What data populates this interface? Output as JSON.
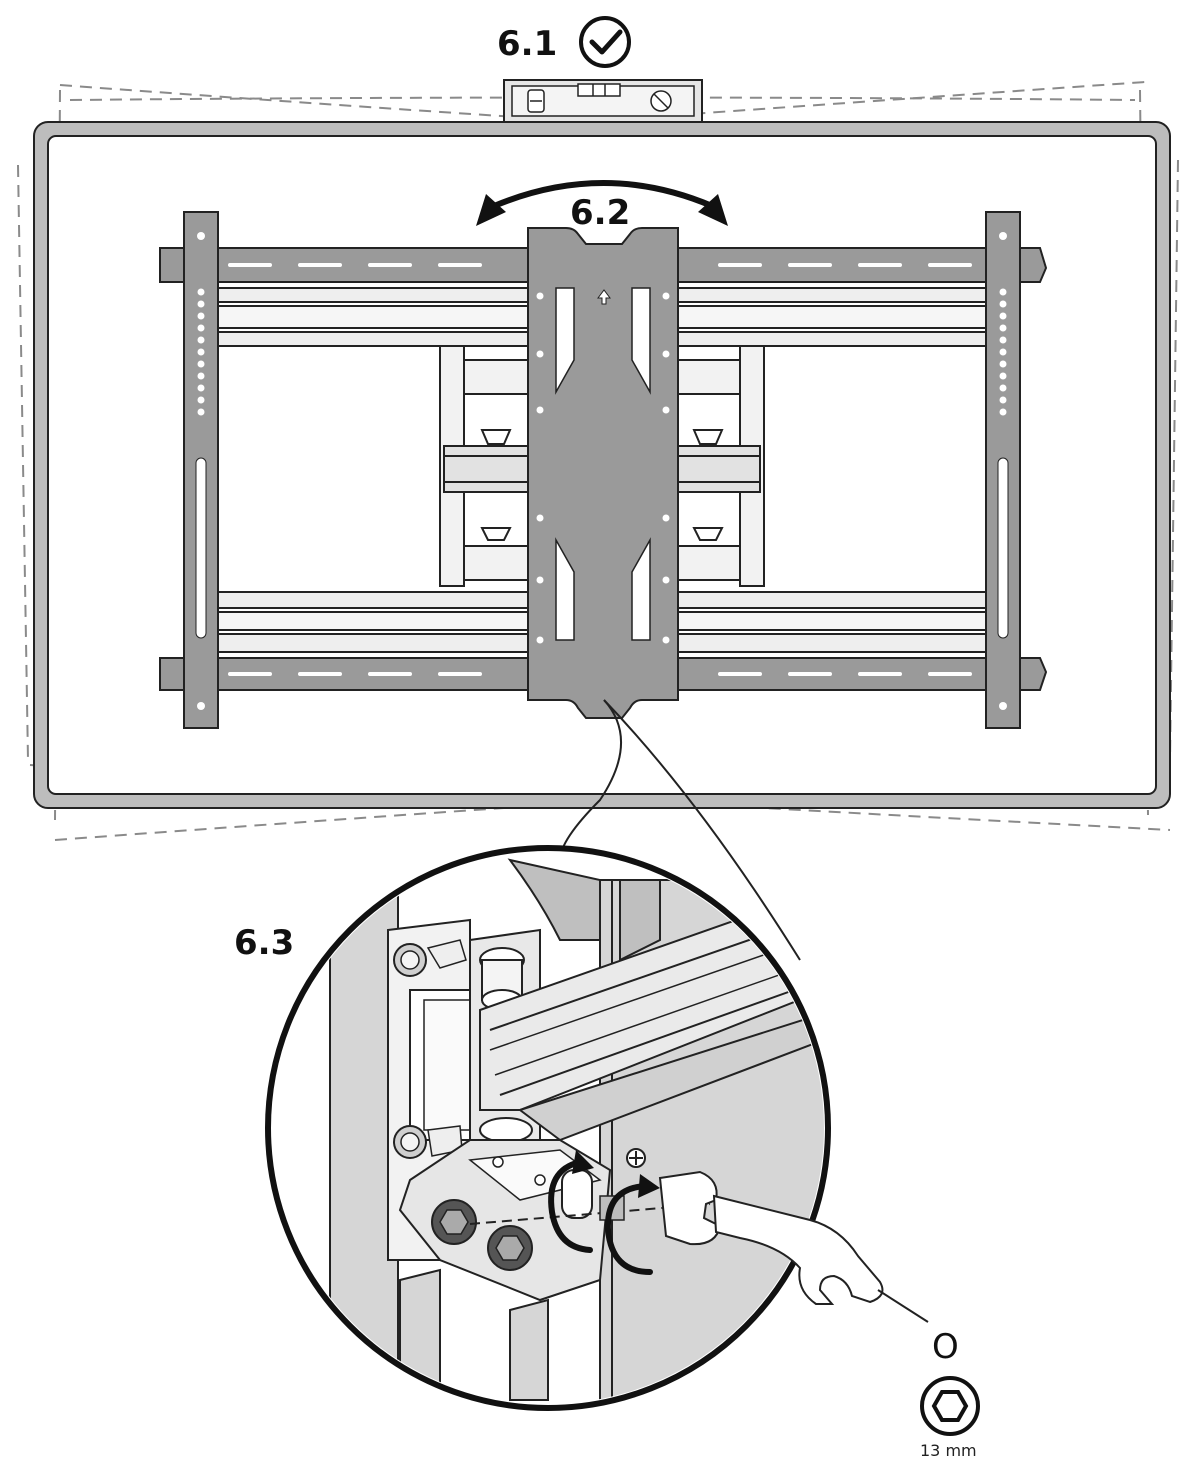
{
  "steps": {
    "level": "6.1",
    "rotate": "6.2",
    "tighten": "6.3"
  },
  "tool": {
    "callout": "O",
    "size": "13 mm"
  },
  "icons": {
    "check": "check-circle-icon",
    "level": "spirit-level-icon",
    "rotate": "double-arrow-arc-icon",
    "wrench": "open-end-wrench-icon",
    "hex": "hex-nut-icon",
    "plus": "plus-circle-icon"
  },
  "colors": {
    "metal": "#9a9a9a",
    "metal_light": "#d9d9d9",
    "line": "#222222",
    "dashed": "#8a8a8a",
    "frame_fill": "#bdbdbd"
  }
}
